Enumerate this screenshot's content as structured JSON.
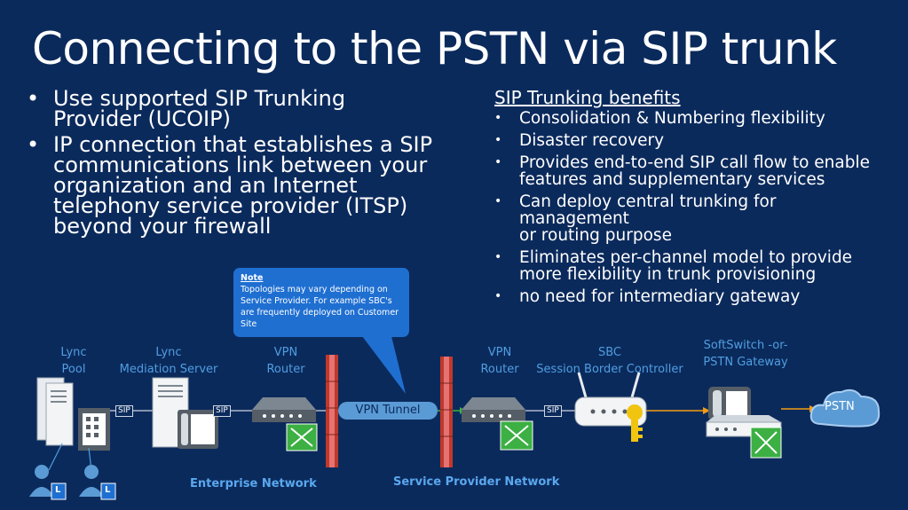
{
  "title": "Connecting to the PSTN via SIP trunk",
  "left_bullets": [
    "Use supported SIP Trunking Provider (UCOIP)",
    "IP connection that establishes a SIP communications link between your organization and an Internet telephony service provider (ITSP) beyond your firewall"
  ],
  "benefits": {
    "title": "SIP Trunking benefits",
    "items": [
      "Consolidation & Numbering flexibility",
      "Disaster recovery",
      "Provides end-to-end SIP call flow to enable\n features and supplementary services",
      "Can deploy central trunking for management\nor routing purpose",
      "Eliminates per-channel model to provide more flexibility in trunk provisioning",
      "no need for intermediary gateway"
    ]
  },
  "note": {
    "heading": "Note",
    "text": "Topologies may vary depending on Service Provider. For example SBC's are frequently deployed on Customer Site"
  },
  "labels": {
    "lync_pool": [
      "Lync",
      "Pool"
    ],
    "mediation": [
      "Lync",
      "Mediation Server"
    ],
    "vpn_router_1": [
      "VPN",
      "Router"
    ],
    "vpn_router_2": [
      "VPN",
      "Router"
    ],
    "sbc": [
      "SBC",
      "Session Border Controller"
    ],
    "softswitch": [
      "SoftSwitch -or-",
      "PSTN Gateway"
    ],
    "sip": "SIP",
    "vpn_tunnel": "VPN Tunnel",
    "pstn": "PSTN",
    "enterprise_network": "Enterprise Network",
    "service_provider_network": "Service Provider Network",
    "user_badge": "L"
  },
  "colors": {
    "background": "#0b2a5c",
    "accent_blue": "#4f9ee0",
    "callout": "#1f6fd1",
    "firewall": "#c0392b",
    "arrow_orange": "#f39c12"
  }
}
